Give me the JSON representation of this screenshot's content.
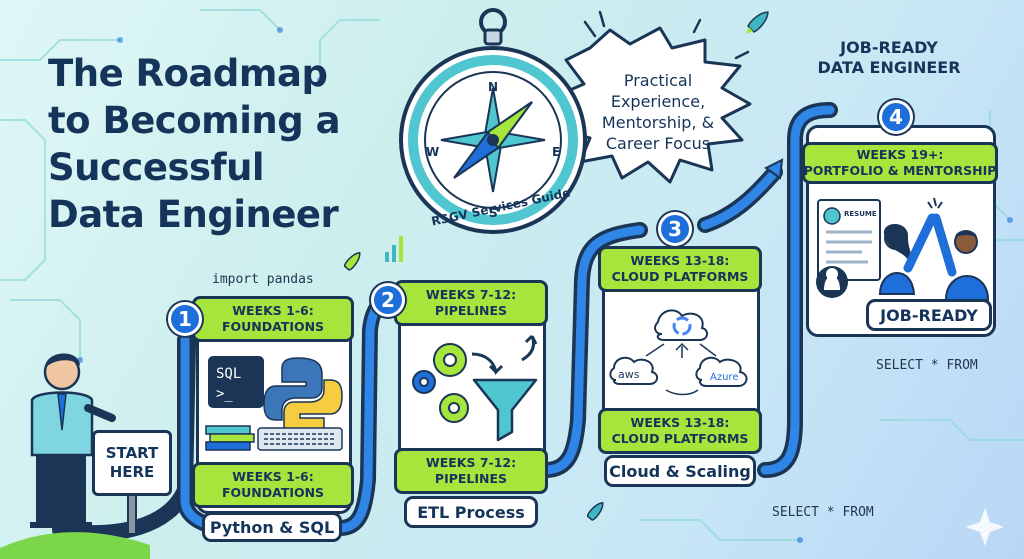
{
  "title": {
    "lines": [
      "The Roadmap",
      "to Becoming a",
      "Successful",
      "Data Engineer"
    ]
  },
  "compass": {
    "label": "RSGV Services Guide",
    "directions": {
      "n": "N",
      "e": "E",
      "s": "S",
      "w": "W"
    }
  },
  "burst": {
    "lines": [
      "Practical",
      "Experience,",
      "Mentorship, &",
      "Career Focus"
    ]
  },
  "goal": {
    "title_lines": [
      "JOB-READY",
      "DATA ENGINEER"
    ]
  },
  "code_snippets": {
    "import": "import pandas",
    "select_1": "SELECT * FROM",
    "select_2": "SELECT * FROM"
  },
  "start_sign": {
    "lines": [
      "START",
      "HERE"
    ]
  },
  "steps": [
    {
      "number": "1",
      "header_lines": [
        "WEEKS 1-6:",
        "FOUNDATIONS"
      ],
      "footer_lines": [
        "WEEKS 1-6:",
        "FOUNDATIONS"
      ],
      "label": "Python & SQL",
      "icon_text": [
        "SQL",
        ">_"
      ]
    },
    {
      "number": "2",
      "header_lines": [
        "WEEKS 7-12:",
        "PIPELINES"
      ],
      "footer_lines": [
        "WEEKS 7-12:",
        "PIPELINES"
      ],
      "label": "ETL Process"
    },
    {
      "number": "3",
      "header_lines": [
        "WEEKS 13-18:",
        "CLOUD PLATFORMS"
      ],
      "footer_lines": [
        "WEEKS 13-18:",
        "CLOUD PLATFORMS"
      ],
      "label": "Cloud & Scaling",
      "icon_text": [
        "aws",
        "Azure"
      ]
    },
    {
      "number": "4",
      "header_lines": [
        "WEEKS 19+:",
        "PORTFOLIO & MENTORSHIP"
      ],
      "label": "JOB-READY",
      "icon_text": [
        "RESUME"
      ]
    }
  ],
  "colors": {
    "navy": "#1b3556",
    "lime": "#a6e63c",
    "blue": "#1e6fd9",
    "teal": "#4fc6d0"
  }
}
